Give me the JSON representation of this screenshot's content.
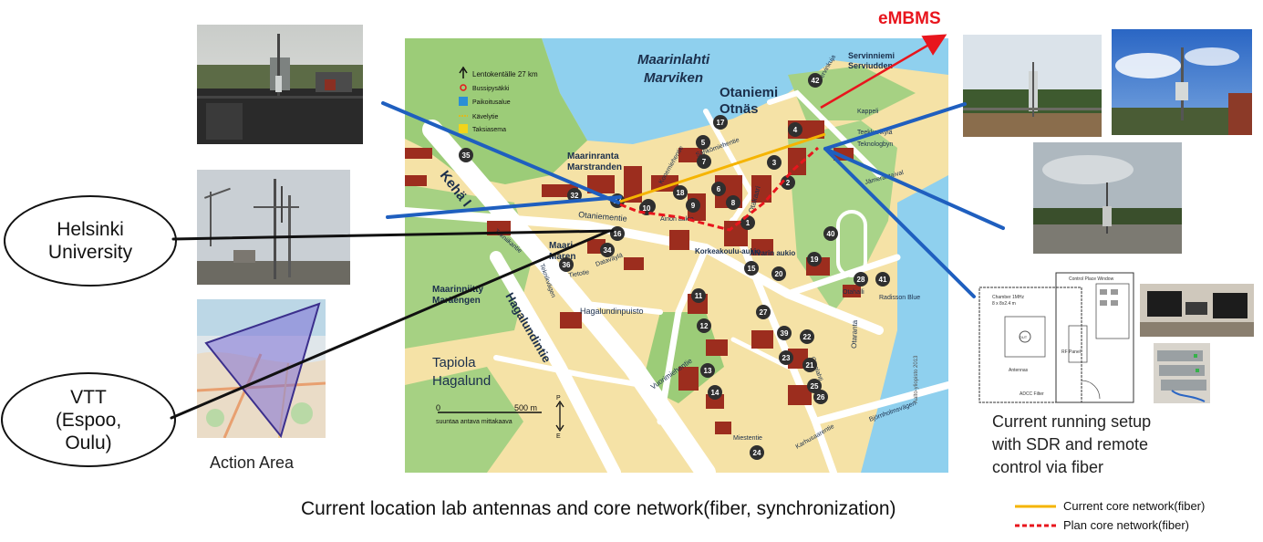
{
  "labels": {
    "helsinki": [
      "Helsinki",
      "University"
    ],
    "vtt": [
      "VTT",
      "(Espoo,",
      "Oulu)"
    ],
    "action_area": "Action Area",
    "embms": "eMBMS",
    "setup": [
      "Current running setup",
      "with SDR and remote",
      "control via fiber"
    ],
    "main_caption": "Current location lab antennas and core network(fiber, synchronization)"
  },
  "legend": [
    {
      "label": "Current core network(fiber)",
      "color": "#f5b400",
      "style": "solid"
    },
    {
      "label": "Plan core network(fiber)",
      "color": "#e8151d",
      "style": "dashed"
    }
  ],
  "map": {
    "bay_name": [
      "Maarinlahti",
      "Marviken"
    ],
    "district": [
      "Otaniemi",
      "Otnäs"
    ],
    "areas": [
      [
        "Maarinranta",
        "Marstranden"
      ],
      [
        "Maari",
        "Maren"
      ],
      [
        "Maarinniitty",
        "Maräengen"
      ],
      [
        "Tapiola",
        "Hagalund"
      ],
      [
        "Servinniemi",
        "Serviudden"
      ]
    ],
    "streets": [
      "Kehä I",
      "Otaniementie",
      "Hagalundintie",
      "Tekniikantie",
      "Teknikvägen",
      "Dataväylä",
      "Tietotie",
      "Hagalundinpuisto",
      "Vuorimiehentie",
      "Otakaari",
      "Otaranta",
      "Otsolahti",
      "Korkeakoulu-aukio",
      "Alvarin aukio",
      "Ainon aukio",
      "Otahalli",
      "Radisson Blue",
      "Karhusaarentie",
      "Björnholmsvägen",
      "Miestentie",
      "Servinkuja",
      "Kappeli",
      "Teekkarikylä",
      "Teknologbyn",
      "Jämeräntaival",
      "Sähkömiehentie",
      "Konemiehentie"
    ],
    "map_legend": [
      "Lentokentälle 27 km",
      "Bussipysäkki",
      "Paikoitusalue",
      "Kävelytie",
      "Taksiasema"
    ],
    "scale": {
      "zero": "0",
      "distance": "500 m",
      "note": "suuntaa antava mittakaava"
    },
    "compass": [
      "P",
      "E"
    ],
    "credit": "Aalto-yliopisto 2013",
    "building_numbers": [
      "35",
      "32",
      "37",
      "30",
      "18",
      "9",
      "6",
      "5",
      "17",
      "4",
      "3",
      "2",
      "1",
      "42",
      "16",
      "36",
      "34",
      "19",
      "40",
      "15",
      "20",
      "28",
      "41",
      "11",
      "12",
      "27",
      "39",
      "22",
      "13",
      "14",
      "23",
      "25",
      "26",
      "24",
      "10",
      "7",
      "8",
      "21"
    ]
  },
  "floorplan": {
    "title": "Control Place Window",
    "chamber": [
      "Chamber 1MHz",
      "8 x 8x2.4 m"
    ],
    "labels": [
      "DUT",
      "Antennas",
      "RF Panel",
      "ADCC Filter"
    ]
  }
}
